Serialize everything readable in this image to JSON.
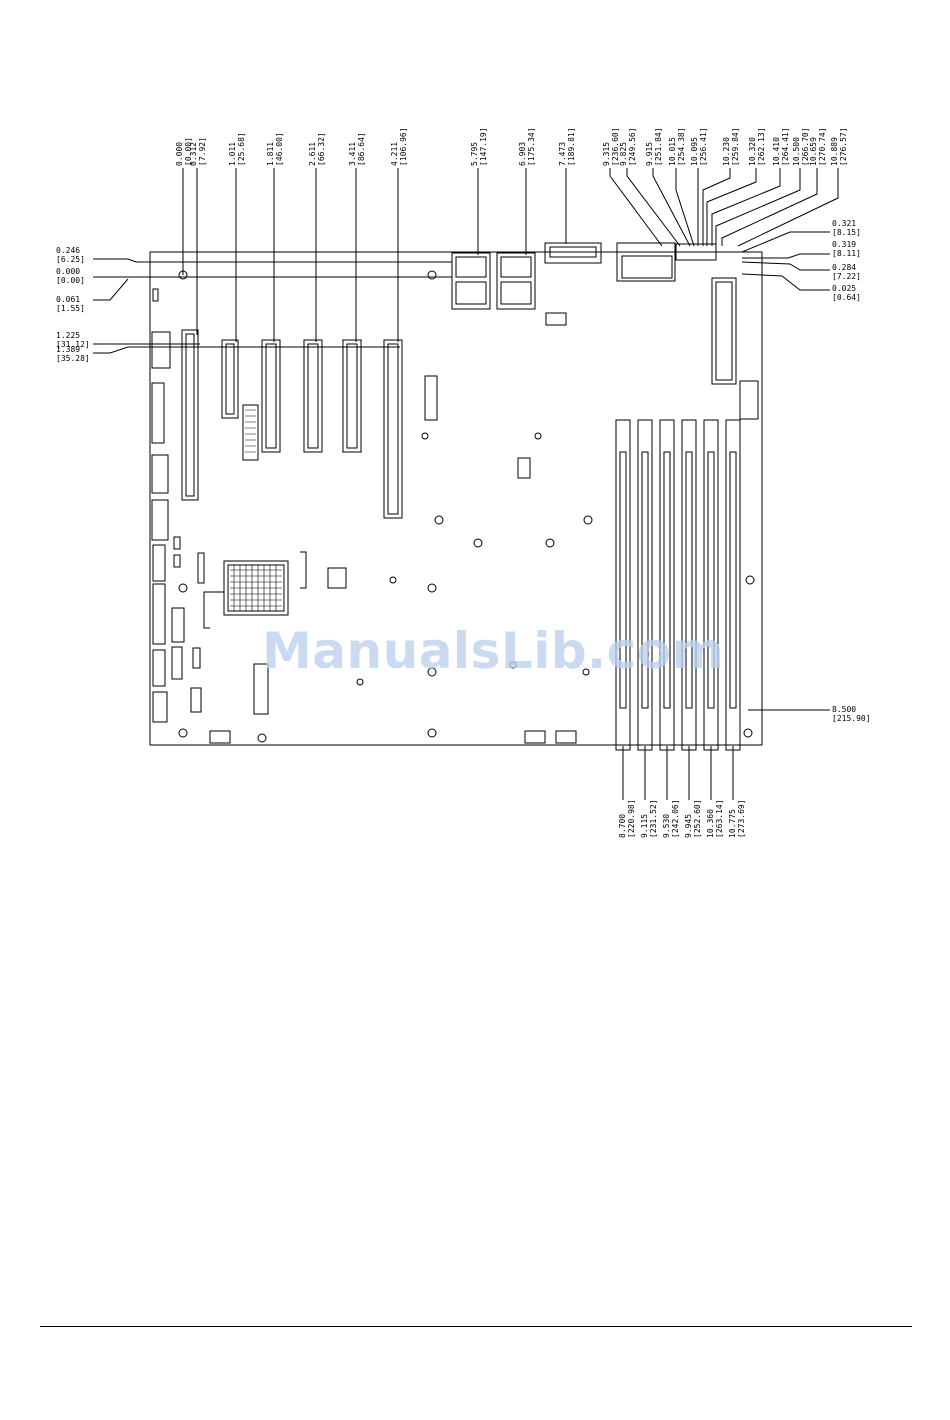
{
  "watermark": "ManualsLib.com",
  "colors": {
    "line": "#000000",
    "watermark": "#bcd0ee",
    "background": "#ffffff"
  },
  "top_dimensions": [
    {
      "id": "top-0",
      "inch": "0.000",
      "mm": "[0.00]"
    },
    {
      "id": "top-1",
      "inch": "0.312",
      "mm": "[7.92]"
    },
    {
      "id": "top-2",
      "inch": "1.011",
      "mm": "[25.68]"
    },
    {
      "id": "top-3",
      "inch": "1.811",
      "mm": "[46.00]"
    },
    {
      "id": "top-4",
      "inch": "2.611",
      "mm": "[66.32]"
    },
    {
      "id": "top-5",
      "inch": "3.411",
      "mm": "[86.64]"
    },
    {
      "id": "top-6",
      "inch": "4.211",
      "mm": "[106.96]"
    },
    {
      "id": "top-7",
      "inch": "5.795",
      "mm": "[147.19]"
    },
    {
      "id": "top-8",
      "inch": "6.903",
      "mm": "[175.34]"
    },
    {
      "id": "top-9",
      "inch": "7.473",
      "mm": "[189.81]"
    },
    {
      "id": "top-10",
      "inch": "9.315",
      "mm": "[236.60]"
    },
    {
      "id": "top-11",
      "inch": "9.825",
      "mm": "[249.56]"
    },
    {
      "id": "top-12",
      "inch": "9.915",
      "mm": "[251.84]"
    },
    {
      "id": "top-13",
      "inch": "10.015",
      "mm": "[254.38]"
    },
    {
      "id": "top-14",
      "inch": "10.095",
      "mm": "[256.41]"
    },
    {
      "id": "top-15",
      "inch": "10.230",
      "mm": "[259.84]"
    },
    {
      "id": "top-16",
      "inch": "10.320",
      "mm": "[262.13]"
    },
    {
      "id": "top-17",
      "inch": "10.410",
      "mm": "[264.41]"
    },
    {
      "id": "top-18",
      "inch": "10.500",
      "mm": "[266.70]"
    },
    {
      "id": "top-19",
      "inch": "10.659",
      "mm": "[270.74]"
    },
    {
      "id": "top-20",
      "inch": "10.889",
      "mm": "[276.57]"
    }
  ],
  "left_dimensions": [
    {
      "id": "left-0",
      "inch": "0.246",
      "mm": "[6.25]"
    },
    {
      "id": "left-1",
      "inch": "0.000",
      "mm": "[0.00]"
    },
    {
      "id": "left-2",
      "inch": "0.061",
      "mm": "[1.55]"
    },
    {
      "id": "left-3",
      "inch": "1.225",
      "mm": "[31.12]"
    },
    {
      "id": "left-4",
      "inch": "1.389",
      "mm": "[35.28]"
    }
  ],
  "right_dimensions": [
    {
      "id": "right-0",
      "inch": "0.321",
      "mm": "[8.15]"
    },
    {
      "id": "right-1",
      "inch": "0.319",
      "mm": "[8.11]"
    },
    {
      "id": "right-2",
      "inch": "0.284",
      "mm": "[7.22]"
    },
    {
      "id": "right-3",
      "inch": "0.025",
      "mm": "[0.64]"
    },
    {
      "id": "right-4",
      "inch": "8.500",
      "mm": "[215.90]"
    }
  ],
  "bottom_dimensions": [
    {
      "id": "bot-0",
      "inch": "8.700",
      "mm": "[220.98]"
    },
    {
      "id": "bot-1",
      "inch": "9.115",
      "mm": "[231.52]"
    },
    {
      "id": "bot-2",
      "inch": "9.530",
      "mm": "[242.06]"
    },
    {
      "id": "bot-3",
      "inch": "9.945",
      "mm": "[252.60]"
    },
    {
      "id": "bot-4",
      "inch": "10.360",
      "mm": "[263.14]"
    },
    {
      "id": "bot-5",
      "inch": "10.775",
      "mm": "[273.69]"
    }
  ]
}
